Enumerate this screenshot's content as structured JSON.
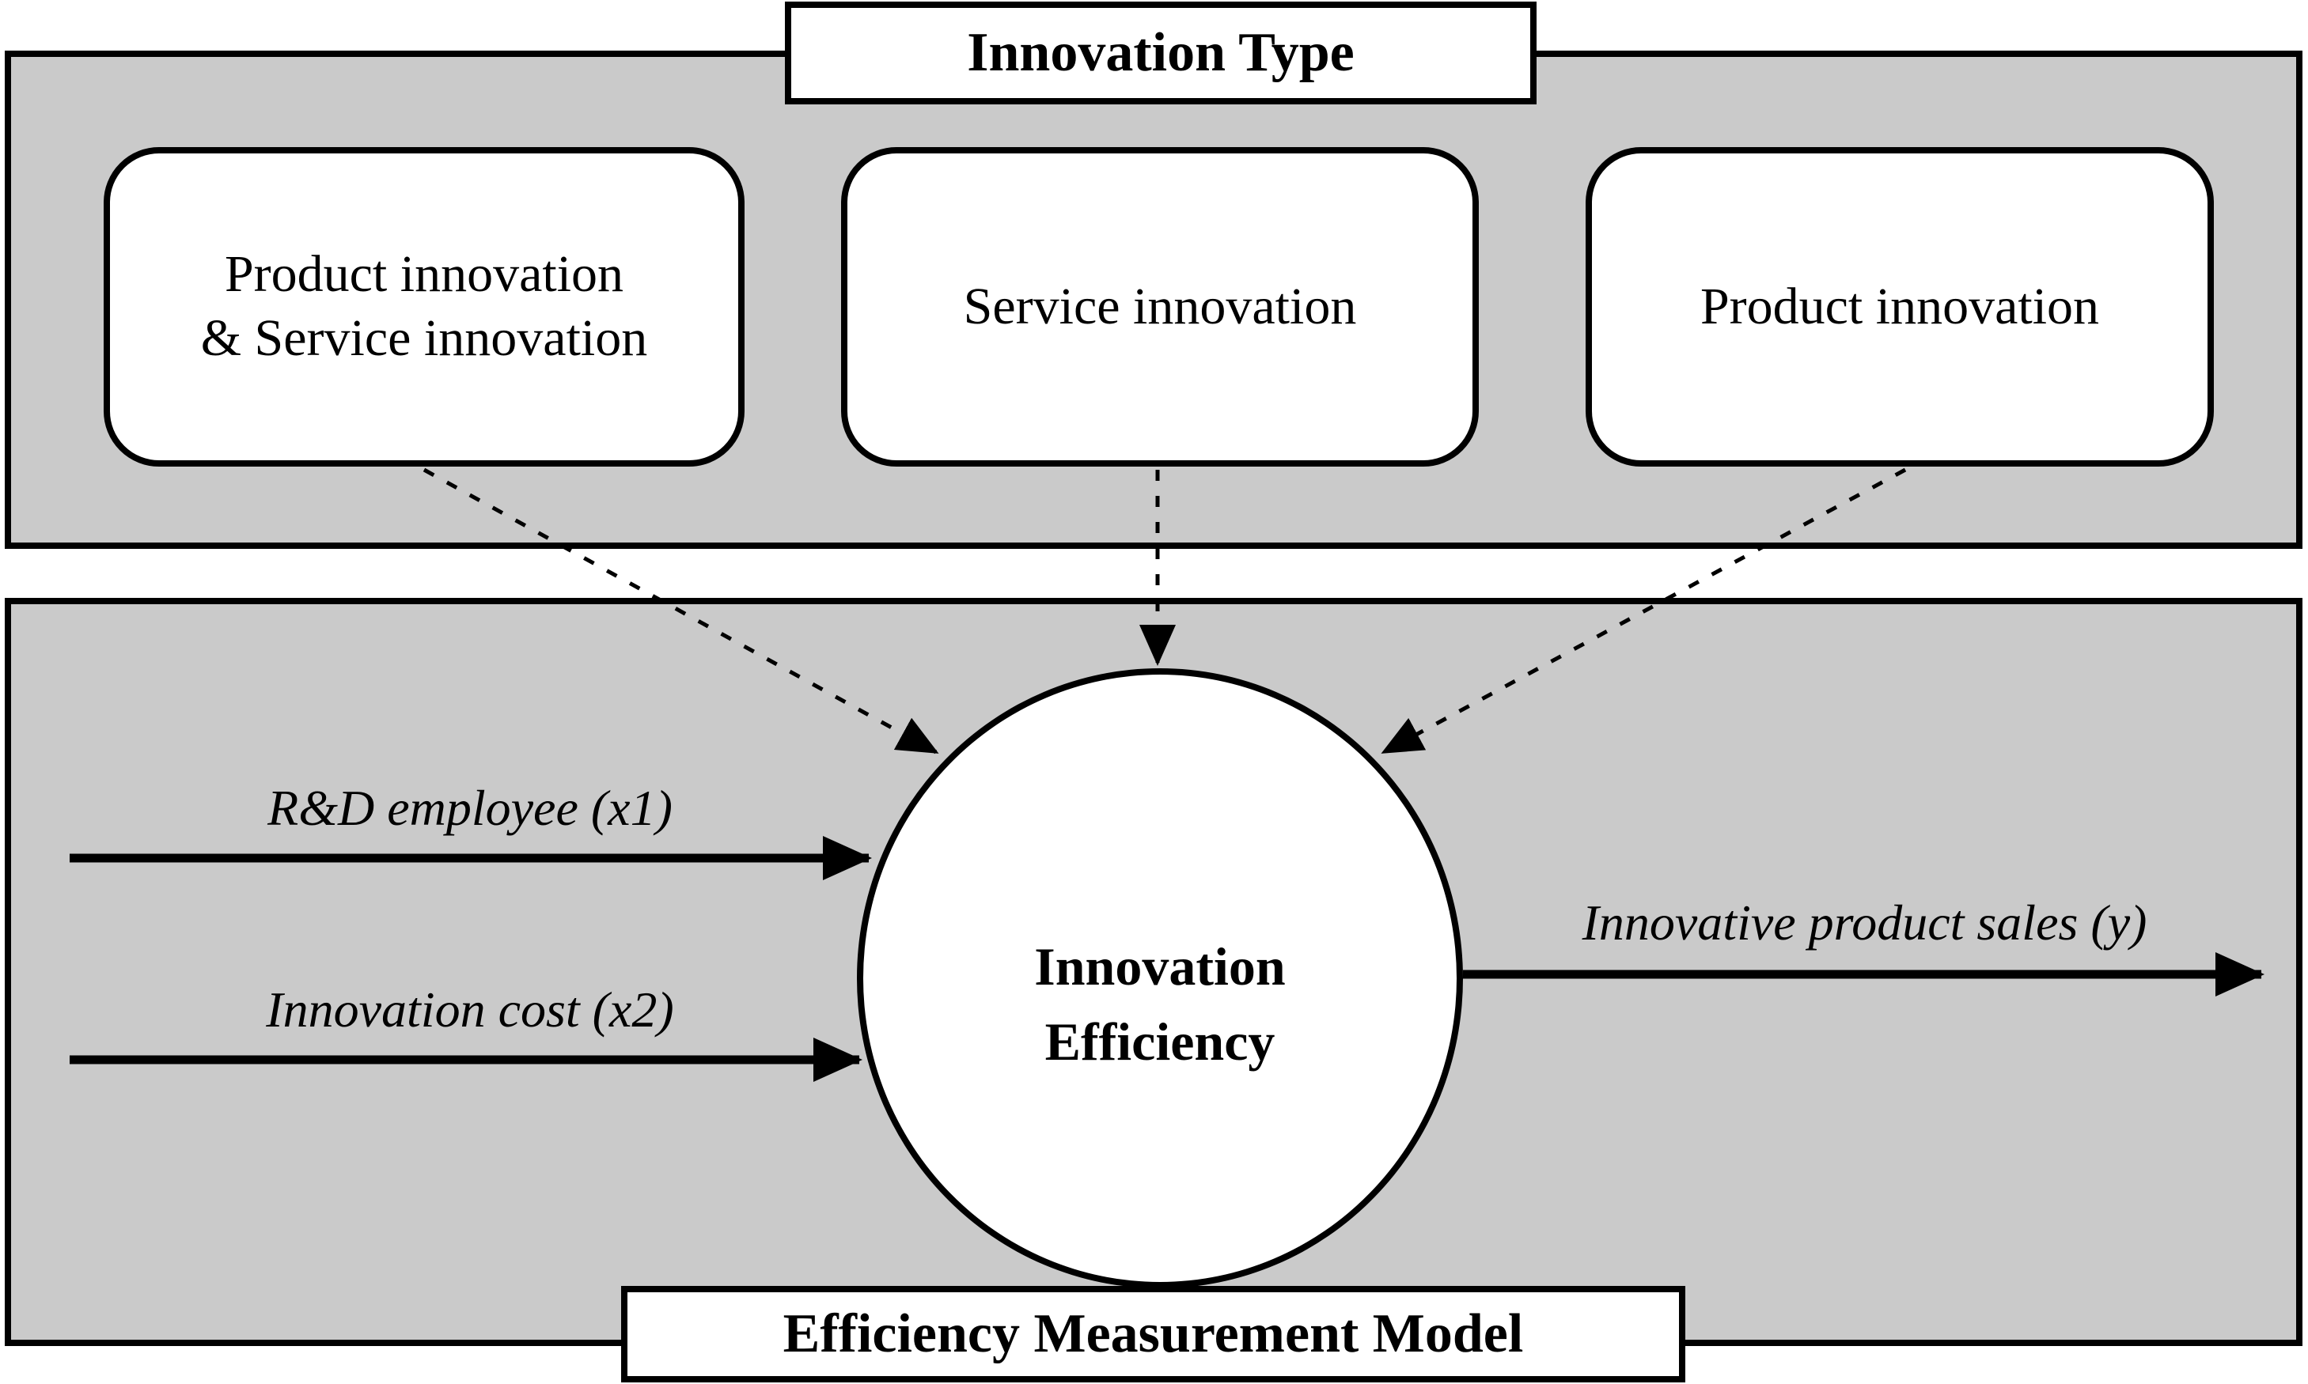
{
  "figure": {
    "background": "#ffffff",
    "panel_bg": "#cacaca",
    "line_color": "#000000"
  },
  "innovation_type": {
    "title": "Innovation Type",
    "boxes": [
      {
        "lines": [
          "Product innovation",
          "& Service innovation"
        ]
      },
      {
        "lines": [
          "Service innovation"
        ]
      },
      {
        "lines": [
          "Product innovation"
        ]
      }
    ]
  },
  "efficiency_model": {
    "title": "Efficiency Measurement Model",
    "circle_lines": [
      "Innovation",
      "Efficiency"
    ],
    "inputs": [
      "R&D employee (x1)",
      "Innovation cost (x2)"
    ],
    "output": "Innovative product sales (y)"
  }
}
